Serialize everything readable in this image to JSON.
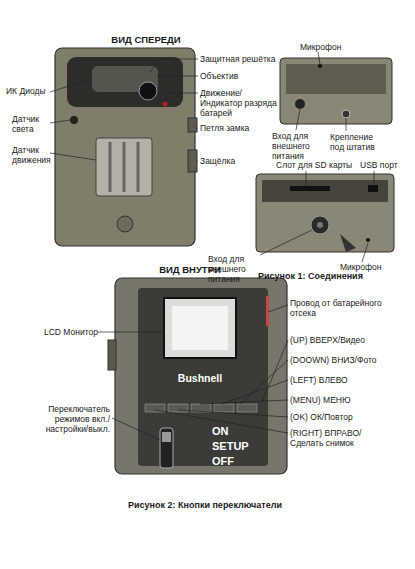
{
  "diagram": {
    "title": "ВИД СПЕРЕДИ",
    "caption": "Рисунок 2: Кнопки переключатели",
    "labels": [
      "Микрофон",
      "Защитная решётка",
      "ИК Диоды",
      "Объектив",
      "Движение/Индикатор разряда батарей",
      "Вход для внешнего питания",
      "Крепление под штатив",
      "Датчик света",
      "Петля замка",
      "Датчик движения",
      "Защёлка",
      "Слот для SD карты",
      "USB порт",
      "Вход для внешнего питания",
      "Микрофон",
      "Рисунок 1: Соединения",
      "ВИД ВНУТРИ",
      "LCD Монитор",
      "Провод от батарейного отсека",
      "(UP) ВВЕРХ/Видео",
      "(DOOWN) ВНИЗ/Фото",
      "(LEFT) ВЛЕВО",
      "(MENU) МЕНЮ",
      "(OK) ОК/Повтор",
      "(RIGHT) ВПРАВО/ Сделать снимок",
      "Bushnell",
      "Переключатель режимов вкл./настройки/выкл.",
      "ON",
      "SETUP",
      "OFF"
    ]
  }
}
